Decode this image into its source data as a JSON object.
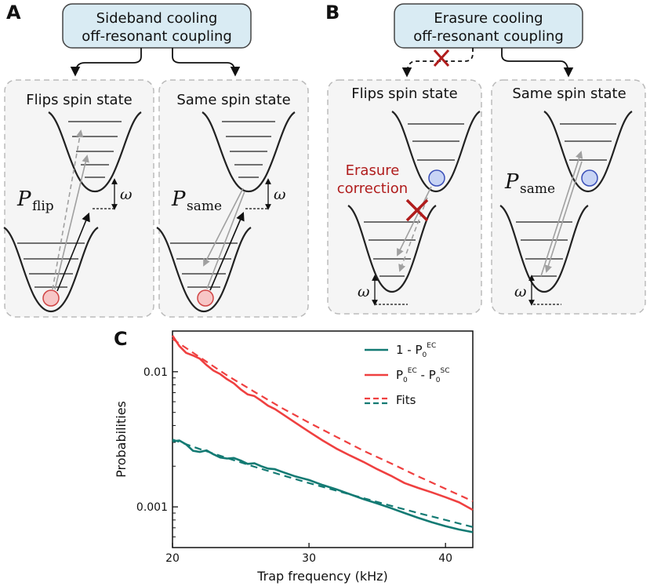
{
  "panel_a": {
    "letter": "A",
    "header_line1": "Sideband cooling",
    "header_line2": "off-resonant coupling",
    "left_title": "Flips spin state",
    "right_title": "Same spin state",
    "left_symbol": "P",
    "left_symbol_sub": "flip",
    "right_symbol": "P",
    "right_symbol_sub": "same",
    "omega": "ω"
  },
  "panel_b": {
    "letter": "B",
    "header_line1": "Erasure cooling",
    "header_line2": "off-resonant coupling",
    "left_title": "Flips spin state",
    "right_title": "Same spin state",
    "erasure_line1": "Erasure",
    "erasure_line2": "correction",
    "right_symbol": "P",
    "right_symbol_sub": "same",
    "omega": "ω"
  },
  "panel_c": {
    "letter": "C"
  },
  "colors": {
    "teal": "#137a73",
    "red": "#ef4040",
    "dark_red": "#b01c1c",
    "box_fill": "#d9ebf3",
    "box_stroke": "#444444",
    "panel_fill": "#f5f5f5",
    "panel_stroke": "#bbbbbb",
    "atom_red_fill": "#f7c6c6",
    "atom_red_stroke": "#d04545",
    "atom_blue_fill": "#c8d4f5",
    "atom_blue_stroke": "#3a4fb8",
    "gray_arrow": "#a0a0a0"
  },
  "chart_data": {
    "type": "line",
    "xlabel": "Trap frequency (kHz)",
    "ylabel": "Probabilities",
    "xlim": [
      20,
      42
    ],
    "ylim": [
      0.0005,
      0.02
    ],
    "yscale": "log",
    "xticks": [
      20,
      30,
      40
    ],
    "xtick_labels": [
      "20",
      "30",
      "40"
    ],
    "yticks": [
      0.001,
      0.01
    ],
    "ytick_labels": [
      "0.001",
      "0.01"
    ],
    "legend_position": "top-right",
    "legend": [
      {
        "label": "1 - P",
        "sup": "EC",
        "label2": "",
        "sup2": "",
        "color": "#137a73",
        "dashed": false
      },
      {
        "label": "P",
        "sup": "EC",
        "label2": " - P",
        "sup2": "SC",
        "color": "#ef4040",
        "dashed": false
      },
      {
        "label": "Fits",
        "sup": "",
        "label2": "",
        "sup2": "",
        "color": "#ef4040",
        "dashed": true
      }
    ],
    "series": [
      {
        "name": "1 - P0 EC",
        "color": "#137a73",
        "style": "solid",
        "x": [
          20,
          20.5,
          21,
          21.5,
          22,
          22.5,
          23,
          23.5,
          24,
          24.5,
          25,
          25.5,
          26,
          26.5,
          27,
          27.5,
          28,
          29,
          30,
          31,
          32,
          33,
          34,
          35,
          36,
          37,
          38,
          39,
          40,
          41,
          42
        ],
        "y": [
          0.00305,
          0.0031,
          0.0029,
          0.0026,
          0.00255,
          0.00262,
          0.00245,
          0.00232,
          0.00228,
          0.0023,
          0.0022,
          0.00208,
          0.0021,
          0.002,
          0.00192,
          0.0019,
          0.00182,
          0.00168,
          0.00158,
          0.00145,
          0.00135,
          0.00124,
          0.00114,
          0.00106,
          0.00098,
          0.0009,
          0.00083,
          0.00077,
          0.00072,
          0.00068,
          0.00065
        ]
      },
      {
        "name": "1 - P0 EC fit",
        "color": "#137a73",
        "style": "dashed",
        "x": [
          20,
          22,
          24,
          26,
          28,
          30,
          32,
          34,
          36,
          38,
          40,
          42
        ],
        "y": [
          0.00315,
          0.00268,
          0.0023,
          0.00198,
          0.00172,
          0.0015,
          0.00132,
          0.00116,
          0.00102,
          0.0009,
          0.0008,
          0.00071
        ]
      },
      {
        "name": "P0 EC - P0 SC",
        "color": "#ef4040",
        "style": "solid",
        "x": [
          20,
          20.5,
          21,
          21.5,
          22,
          22.5,
          23,
          23.5,
          24,
          24.5,
          25,
          25.5,
          26,
          26.5,
          27,
          27.5,
          28,
          29,
          30,
          31,
          32,
          33,
          34,
          35,
          36,
          37,
          38,
          39,
          40,
          41,
          42
        ],
        "y": [
          0.0185,
          0.0155,
          0.0138,
          0.0132,
          0.0125,
          0.0112,
          0.0102,
          0.0096,
          0.0088,
          0.0082,
          0.0074,
          0.0068,
          0.0066,
          0.0061,
          0.0056,
          0.0053,
          0.0049,
          0.0042,
          0.0036,
          0.0031,
          0.0027,
          0.0024,
          0.00215,
          0.0019,
          0.0017,
          0.0015,
          0.00138,
          0.00128,
          0.00118,
          0.00108,
          0.00095
        ]
      },
      {
        "name": "P0 EC - P0 SC fit",
        "color": "#ef4040",
        "style": "dashed",
        "x": [
          20,
          22,
          24,
          26,
          28,
          30,
          32,
          34,
          36,
          38,
          40,
          42
        ],
        "y": [
          0.0175,
          0.0128,
          0.0094,
          0.0071,
          0.0054,
          0.0042,
          0.0033,
          0.0026,
          0.0021,
          0.00168,
          0.00136,
          0.0011
        ]
      }
    ]
  }
}
